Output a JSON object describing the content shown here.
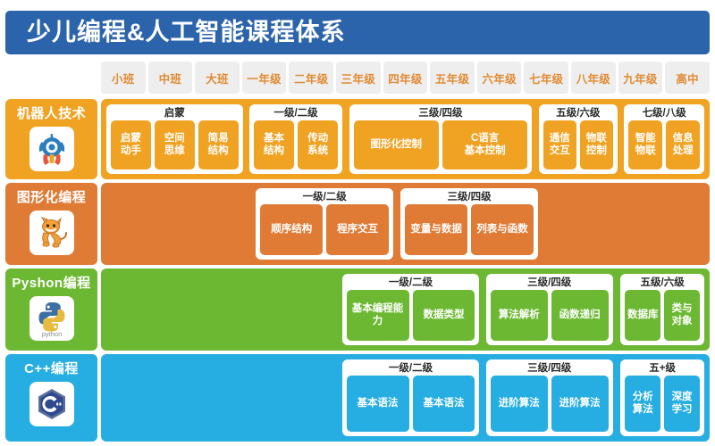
{
  "header": {
    "title": "少儿编程&人工智能课程体系",
    "bg_color": "#2c64ab"
  },
  "grades": [
    {
      "label": "小班"
    },
    {
      "label": "中班"
    },
    {
      "label": "大班"
    },
    {
      "label": "一年级"
    },
    {
      "label": "二年级"
    },
    {
      "label": "三年级"
    },
    {
      "label": "四年级"
    },
    {
      "label": "五年级"
    },
    {
      "label": "六年级"
    },
    {
      "label": "七年级"
    },
    {
      "label": "八年级"
    },
    {
      "label": "九年级"
    },
    {
      "label": "高中"
    }
  ],
  "grade_tab_style": {
    "bg_color": "#eeeeee",
    "text_color": "#e08b33"
  },
  "rows": [
    {
      "key": "robotics",
      "label": "机器人技术",
      "icon": "robot-logo-icon",
      "color": "#f0a323",
      "groups": [
        {
          "title": "启蒙",
          "left_pct": 0.0,
          "width_pct": 22.8,
          "chips": [
            {
              "label": "启蒙\n动手"
            },
            {
              "label": "空间\n思维"
            },
            {
              "label": "简易\n结构"
            }
          ]
        },
        {
          "title": "一级/二级",
          "left_pct": 23.9,
          "width_pct": 15.6,
          "chips": [
            {
              "label": "基本\n结构"
            },
            {
              "label": "传动\n系统"
            }
          ]
        },
        {
          "title": "三级/四级",
          "left_pct": 40.6,
          "width_pct": 30.6,
          "chips": [
            {
              "label": "图形化控制"
            },
            {
              "label": "C语言\n基本控制"
            }
          ]
        },
        {
          "title": "五级/六级",
          "left_pct": 72.3,
          "width_pct": 13.2,
          "chips": [
            {
              "label": "通信\n交互"
            },
            {
              "label": "物联\n控制"
            }
          ]
        },
        {
          "title": "七级/八级",
          "left_pct": 86.6,
          "width_pct": 13.4,
          "chips": [
            {
              "label": "智能\n物联"
            },
            {
              "label": "信息\n处理"
            }
          ]
        }
      ]
    },
    {
      "key": "scratch",
      "label": "图形化编程",
      "icon": "scratch-cat-icon",
      "color": "#e07b36",
      "groups": [
        {
          "title": "一级/二级",
          "left_pct": 25.0,
          "width_pct": 23.0,
          "chips": [
            {
              "label": "顺序结构"
            },
            {
              "label": "程序交互"
            }
          ]
        },
        {
          "title": "三级/四级",
          "left_pct": 49.2,
          "width_pct": 23.0,
          "chips": [
            {
              "label": "变量与数据"
            },
            {
              "label": "列表与函数"
            }
          ]
        }
      ]
    },
    {
      "key": "python",
      "label": "Pyshon编程",
      "icon": "python-logo-icon",
      "color": "#6cb832",
      "groups": [
        {
          "title": "一级/二级",
          "left_pct": 39.4,
          "width_pct": 23.0,
          "chips": [
            {
              "label": "基本编程能力"
            },
            {
              "label": "数据类型"
            }
          ]
        },
        {
          "title": "三级/四级",
          "left_pct": 63.5,
          "width_pct": 21.2,
          "chips": [
            {
              "label": "算法解析"
            },
            {
              "label": "函数递归"
            }
          ]
        },
        {
          "title": "五级/六级",
          "left_pct": 86.0,
          "width_pct": 14.0,
          "chips": [
            {
              "label": "数据库"
            },
            {
              "label": "类与\n对象"
            }
          ]
        }
      ]
    },
    {
      "key": "cpp",
      "label": "C++编程",
      "icon": "cpp-logo-icon",
      "color": "#26ade1",
      "groups": [
        {
          "title": "一级/二级",
          "left_pct": 39.4,
          "width_pct": 23.0,
          "chips": [
            {
              "label": "基本语法"
            },
            {
              "label": "基本语法"
            }
          ]
        },
        {
          "title": "三级/四级",
          "left_pct": 63.5,
          "width_pct": 21.2,
          "chips": [
            {
              "label": "进阶算法"
            },
            {
              "label": "进阶算法"
            }
          ]
        },
        {
          "title": "五+级",
          "left_pct": 86.0,
          "width_pct": 14.0,
          "chips": [
            {
              "label": "分析\n算法"
            },
            {
              "label": "深度\n学习"
            }
          ]
        }
      ]
    }
  ]
}
